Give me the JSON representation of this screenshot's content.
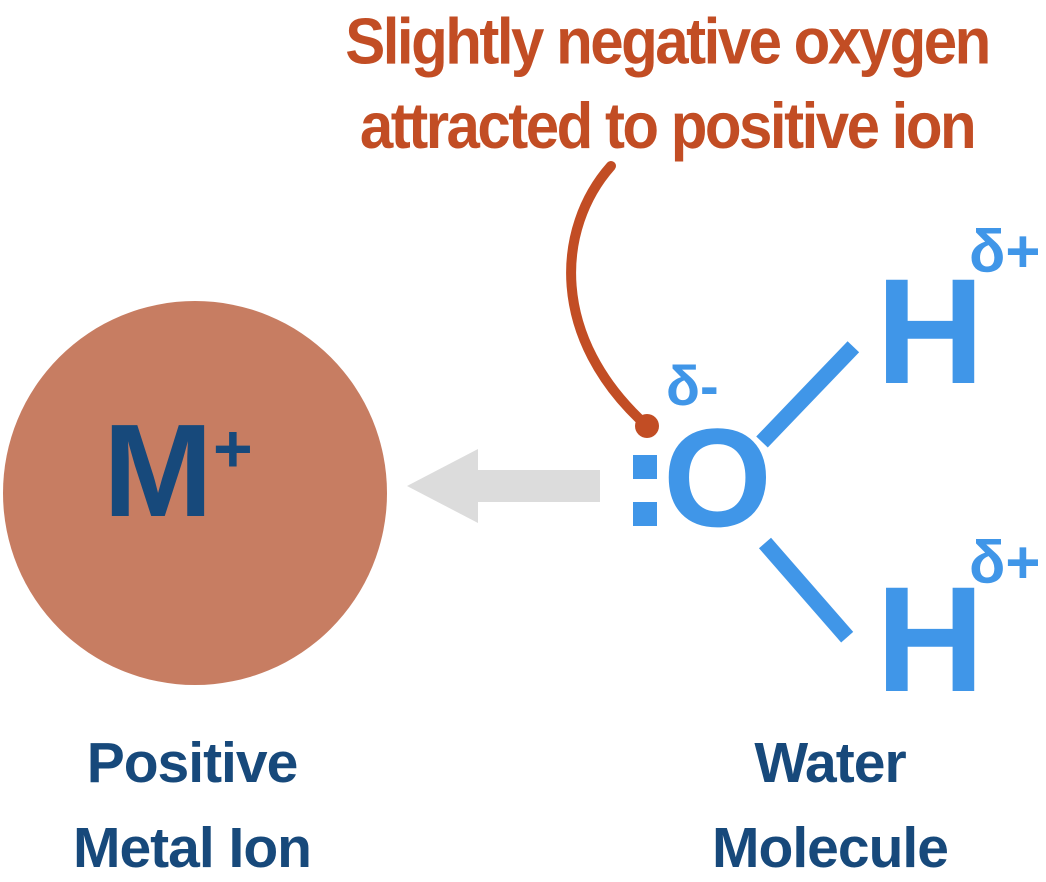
{
  "annotation": {
    "line1": "Slightly negative oxygen",
    "line2": "attracted to positive ion"
  },
  "metal_ion": {
    "symbol": "M",
    "charge": "+",
    "label_line1": "Positive",
    "label_line2": "Metal Ion"
  },
  "water": {
    "oxygen_symbol": "O",
    "hydrogen_symbol": "H",
    "delta_minus": "δ-",
    "delta_plus": "δ+",
    "label_line1": "Water",
    "label_line2": "Molecule"
  },
  "icons": {
    "attraction_arrow": "left-arrow",
    "annotation_pointer": "curved-line-with-dot",
    "lone_pair": "two-square-dots"
  },
  "colors": {
    "annotation_orange": "#C24D24",
    "metal_circle_salmon": "#C77D62",
    "label_navy": "#17497B",
    "molecule_blue": "#4096E8",
    "arrow_gray": "#DCDCDC",
    "background": "#FFFFFF"
  }
}
